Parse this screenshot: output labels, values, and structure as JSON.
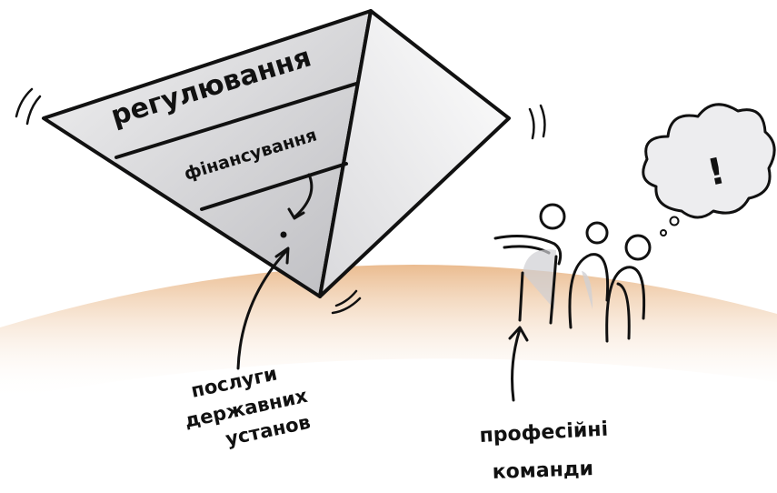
{
  "pyramid": {
    "layers": [
      {
        "label": "регулювання"
      },
      {
        "label": "фінансування"
      }
    ],
    "tip_label": "послуги державних установ"
  },
  "captions": {
    "services_line1": "послуги",
    "services_line2": "державних",
    "services_line3": "установ",
    "teams_line1": "професійні",
    "teams_line2": "команди"
  },
  "thought_bubble": {
    "symbol": "!"
  },
  "colors": {
    "ink": "#111111",
    "ground": "#e9b98a",
    "shade": "#c9c9cc",
    "paper": "#ffffff"
  },
  "icons": [
    "pyramid-icon",
    "ground-hill-icon",
    "people-icon",
    "thought-bubble-icon",
    "arrow-icon"
  ]
}
